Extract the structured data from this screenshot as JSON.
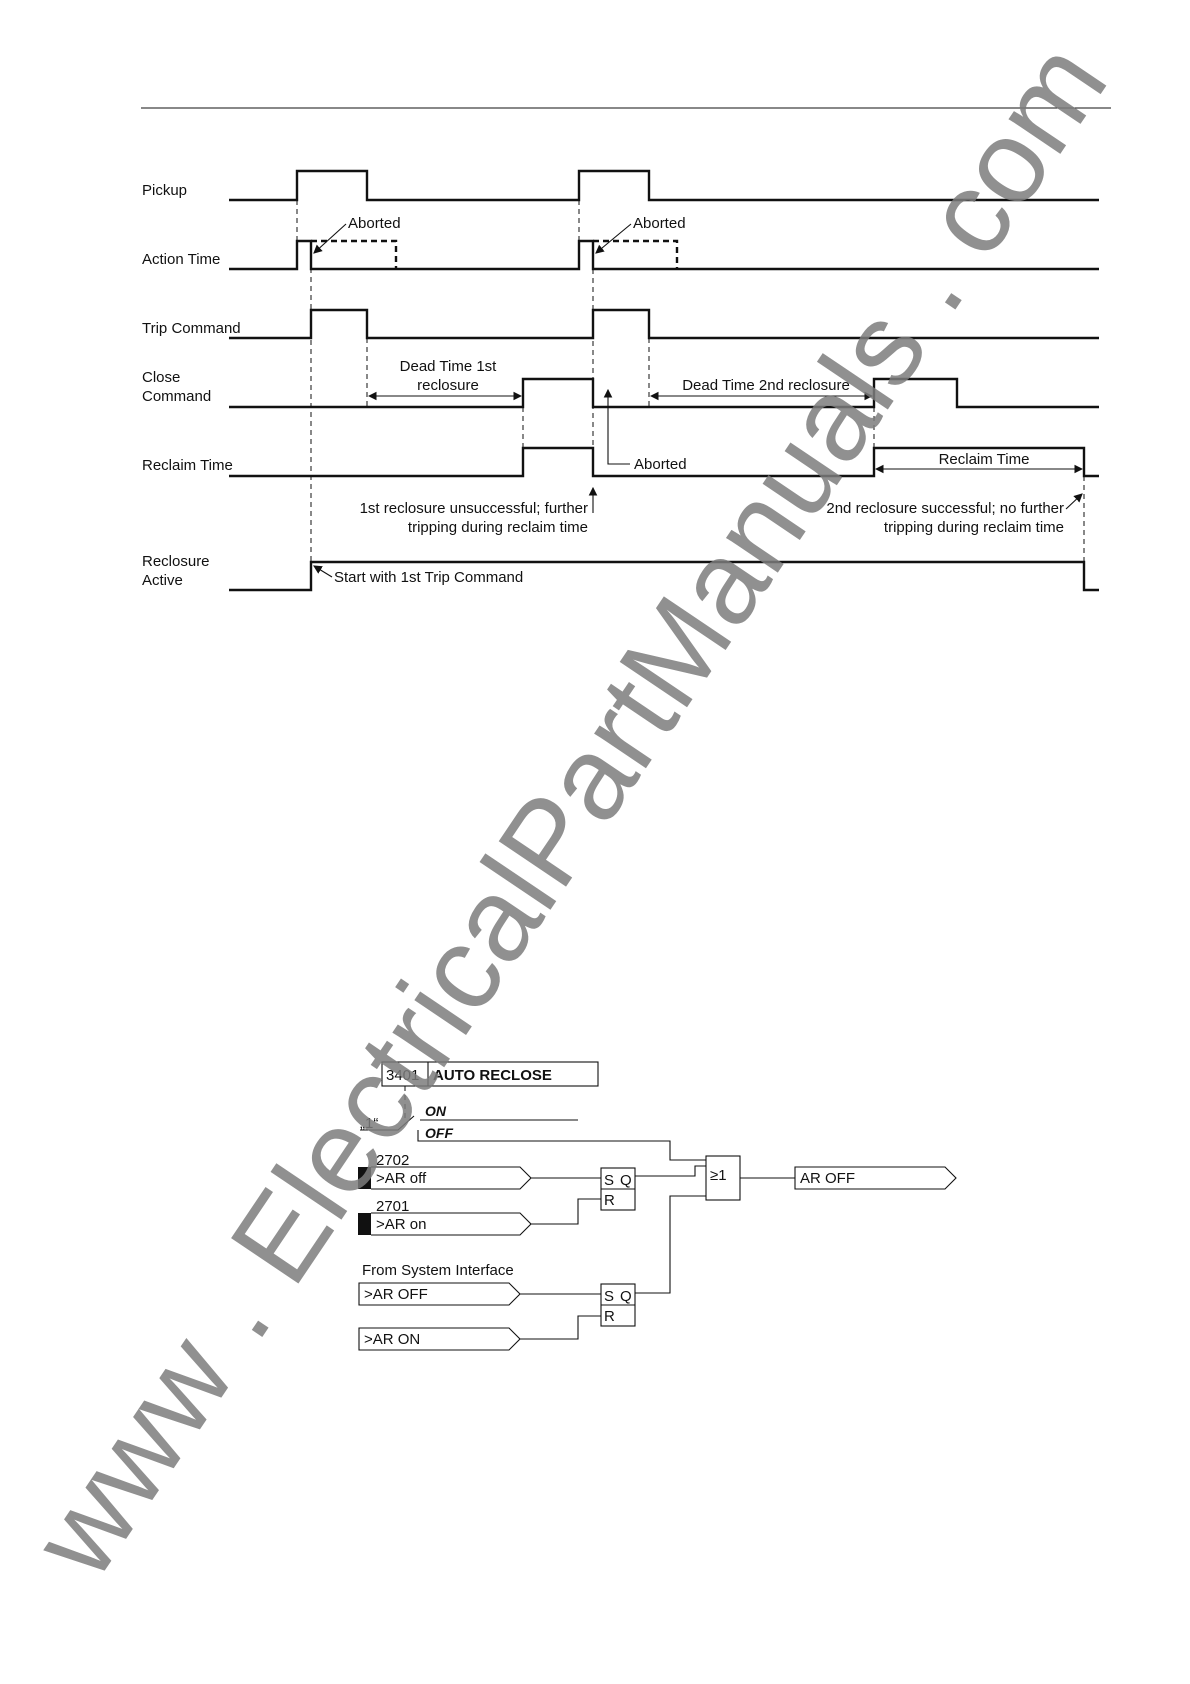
{
  "timing": {
    "signals": {
      "pickup": "Pickup",
      "action_time": "Action Time",
      "trip_command": "Trip Command",
      "close_command": [
        "Close",
        "Command"
      ],
      "reclaim_time": "Reclaim Time",
      "reclosure_active": [
        "Reclosure",
        "Active"
      ]
    },
    "annotations": {
      "aborted": "Aborted",
      "dead_time_1": [
        "Dead Time 1st",
        "reclosure"
      ],
      "dead_time_2": "Dead Time 2nd reclosure",
      "reclaim_time": "Reclaim Time",
      "unsuccessful": [
        "1st reclosure unsuccessful; further",
        "tripping during reclaim time"
      ],
      "successful": [
        "2nd reclosure successful; no further",
        "tripping during reclaim time"
      ],
      "start": "Start with 1st Trip Command"
    }
  },
  "logic": {
    "param_number": "3401",
    "param_name": "AUTO RECLOSE",
    "opt_on": "ON",
    "opt_off": "OFF",
    "switch_mark": "„1“",
    "in1_number": "2702",
    "in1_label": ">AR off",
    "in2_number": "2701",
    "in2_label": ">AR on",
    "sys_interface": "From System Interface",
    "in3_label": ">AR OFF",
    "in4_label": ">AR ON",
    "ff_s": "S",
    "ff_q": "Q",
    "ff_r": "R",
    "or_gate": "≥1",
    "output": "AR OFF"
  },
  "watermark": "www . ElectricalPartManuals . com"
}
